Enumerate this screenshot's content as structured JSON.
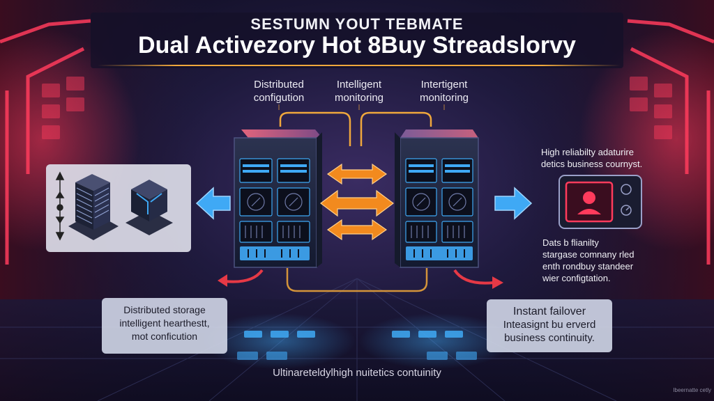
{
  "title": {
    "line1": "SESTUMN YOUT TEBMATE",
    "line2": "Dual Activezory Hot 8Buy Streadslorvy"
  },
  "top_labels": [
    {
      "line1": "Distributed",
      "line2": "configution"
    },
    {
      "line1": "Intelligent",
      "line2": "monitoring"
    },
    {
      "line1": "Intertigent",
      "line2": "monitoring"
    }
  ],
  "right_top_text": {
    "line1": "High reliabilty adaturire",
    "line2": "detics business cournyst."
  },
  "right_mid_text": {
    "line1": "Dats b flianilty",
    "line2": "stargase comnany rled",
    "line3": "enth rondbuy standeer",
    "line4": "wier configtation."
  },
  "box_bottom_left": {
    "line1": "Distributed storage",
    "line2": "intelligent hearthestt,",
    "line3": "mot conficution"
  },
  "box_bottom_right": {
    "line1": "Instant failover",
    "line2": "Inteasignt bu erverd",
    "line3": "business continuity."
  },
  "bottom_caption": "Ultinareteldylhigh nuitetics contuinity",
  "watermark": "Ibeernatte cetly",
  "colors": {
    "accent_orange": "#f28a1e",
    "accent_blue": "#3fa9f5",
    "accent_red": "#e63946",
    "neon_red": "#ff3b5c"
  },
  "icons": [
    "server-rack-icon",
    "cube-icon",
    "security-monitor-icon",
    "bidirectional-arrow-icon"
  ]
}
